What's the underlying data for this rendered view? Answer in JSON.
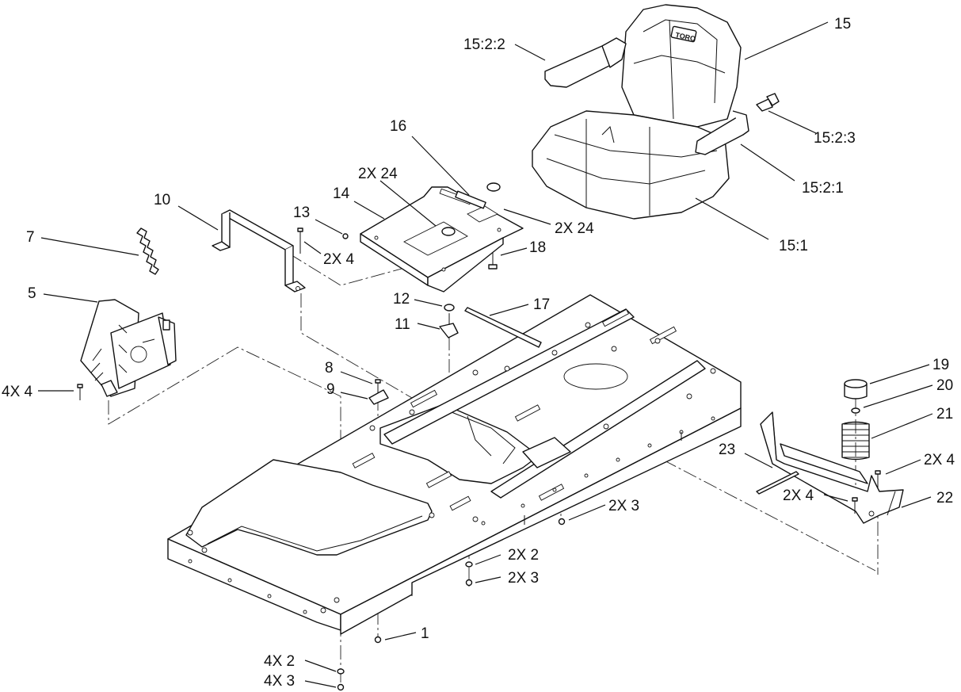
{
  "diagram": {
    "seat_logo": "TORO",
    "callouts": [
      {
        "id": "c1",
        "text": "15:2:2"
      },
      {
        "id": "c2",
        "text": "15"
      },
      {
        "id": "c3",
        "text": "15:2:3"
      },
      {
        "id": "c4",
        "text": "16"
      },
      {
        "id": "c5",
        "text": "2X 24"
      },
      {
        "id": "c6",
        "text": "15:2:1"
      },
      {
        "id": "c7",
        "text": "14"
      },
      {
        "id": "c8",
        "text": "10"
      },
      {
        "id": "c9",
        "text": "2X 24"
      },
      {
        "id": "c10",
        "text": "13"
      },
      {
        "id": "c11",
        "text": "7"
      },
      {
        "id": "c12",
        "text": "2X 4"
      },
      {
        "id": "c13",
        "text": "18"
      },
      {
        "id": "c14",
        "text": "15:1"
      },
      {
        "id": "c15",
        "text": "5"
      },
      {
        "id": "c16",
        "text": "12"
      },
      {
        "id": "c17",
        "text": "17"
      },
      {
        "id": "c18",
        "text": "11"
      },
      {
        "id": "c19",
        "text": "8"
      },
      {
        "id": "c20",
        "text": "9"
      },
      {
        "id": "c21",
        "text": "4X 4"
      },
      {
        "id": "c22",
        "text": "19"
      },
      {
        "id": "c23",
        "text": "20"
      },
      {
        "id": "c24",
        "text": "21"
      },
      {
        "id": "c25",
        "text": "23"
      },
      {
        "id": "c26",
        "text": "2X 4"
      },
      {
        "id": "c27",
        "text": "2X 4"
      },
      {
        "id": "c28",
        "text": "22"
      },
      {
        "id": "c29",
        "text": "2X 3"
      },
      {
        "id": "c30",
        "text": "2X 2"
      },
      {
        "id": "c31",
        "text": "2X 3"
      },
      {
        "id": "c32",
        "text": "1"
      },
      {
        "id": "c33",
        "text": "4X 2"
      },
      {
        "id": "c34",
        "text": "4X 3"
      }
    ]
  }
}
